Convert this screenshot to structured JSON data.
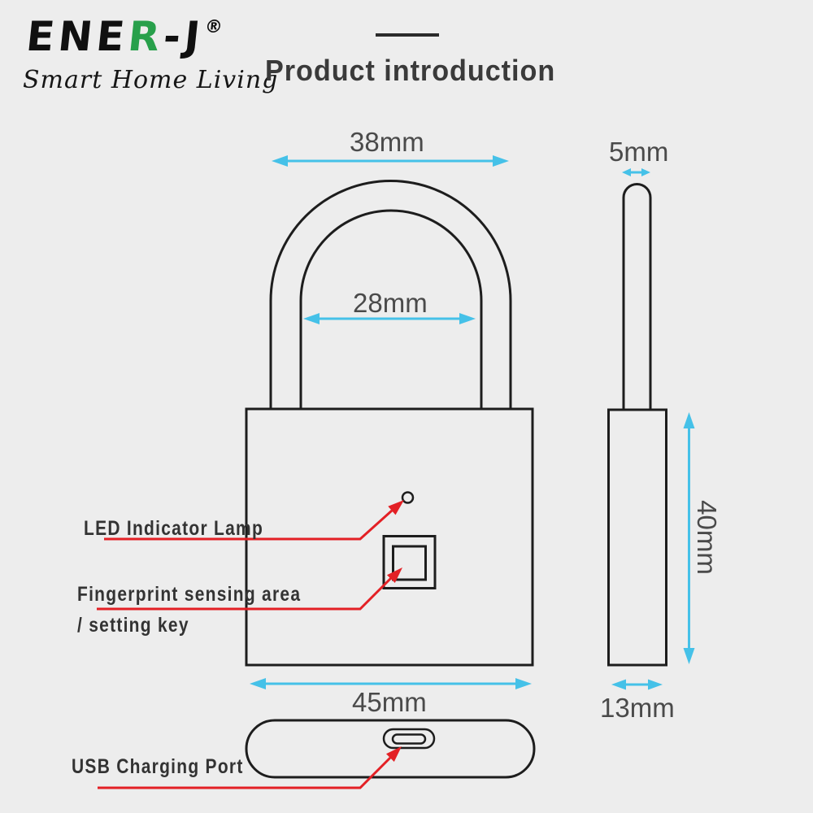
{
  "colors": {
    "background": "#ededed",
    "line": "#1d1d1d",
    "accent": "#45c1e8",
    "callout": "#e32025",
    "heading": "#3a3a3a",
    "dimension_text": "#4a4a4a",
    "brand_green": "#28a04b",
    "brand_black": "#101010"
  },
  "header": {
    "logo": {
      "brand_prefix": "ENE",
      "brand_accent": "R",
      "brand_suffix": "-J",
      "registered_mark": "®",
      "tagline": "Smart Home Living"
    },
    "title": "Product introduction"
  },
  "dimensions": {
    "shackle_outer_width": "38mm",
    "shackle_inner_width": "28mm",
    "body_width": "45mm",
    "shackle_thickness": "5mm",
    "body_height": "40mm",
    "body_depth": "13mm"
  },
  "callouts": {
    "led": "LED Indicator Lamp",
    "fingerprint_line1": "Fingerprint sensing area",
    "fingerprint_line2": "/ setting key",
    "usb": "USB Charging Port"
  }
}
